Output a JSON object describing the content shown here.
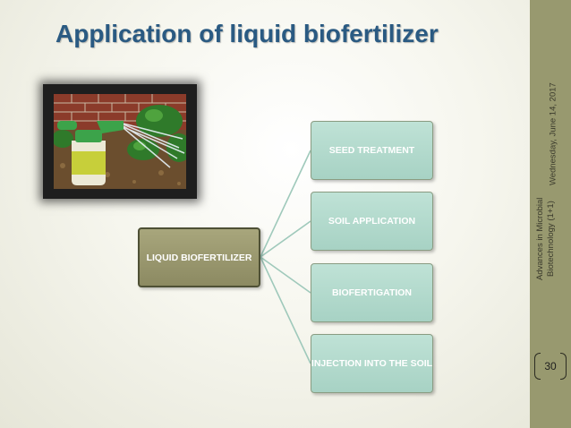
{
  "title": "Application of liquid biofertilizer",
  "diagram": {
    "root": "LIQUID BIOFERTILIZER",
    "children": [
      "SEED TREATMENT",
      "SOIL APPLICATION",
      "BIOFERTIGATION",
      "INJECTION INTO THE SOIL"
    ]
  },
  "sidebar": {
    "date": "Wednesday, June 14, 2017",
    "course": "Advances in Microbial Biotechnology (1+1)",
    "page_number": "30"
  },
  "colors": {
    "title": "#2a5a82",
    "sidebar": "#98996f",
    "root_box": "#9a986f",
    "child_box": "#b4dccf",
    "connector": "#9fc9bb"
  },
  "photo": {
    "icon": "garden-hose-sprayer-photo"
  }
}
